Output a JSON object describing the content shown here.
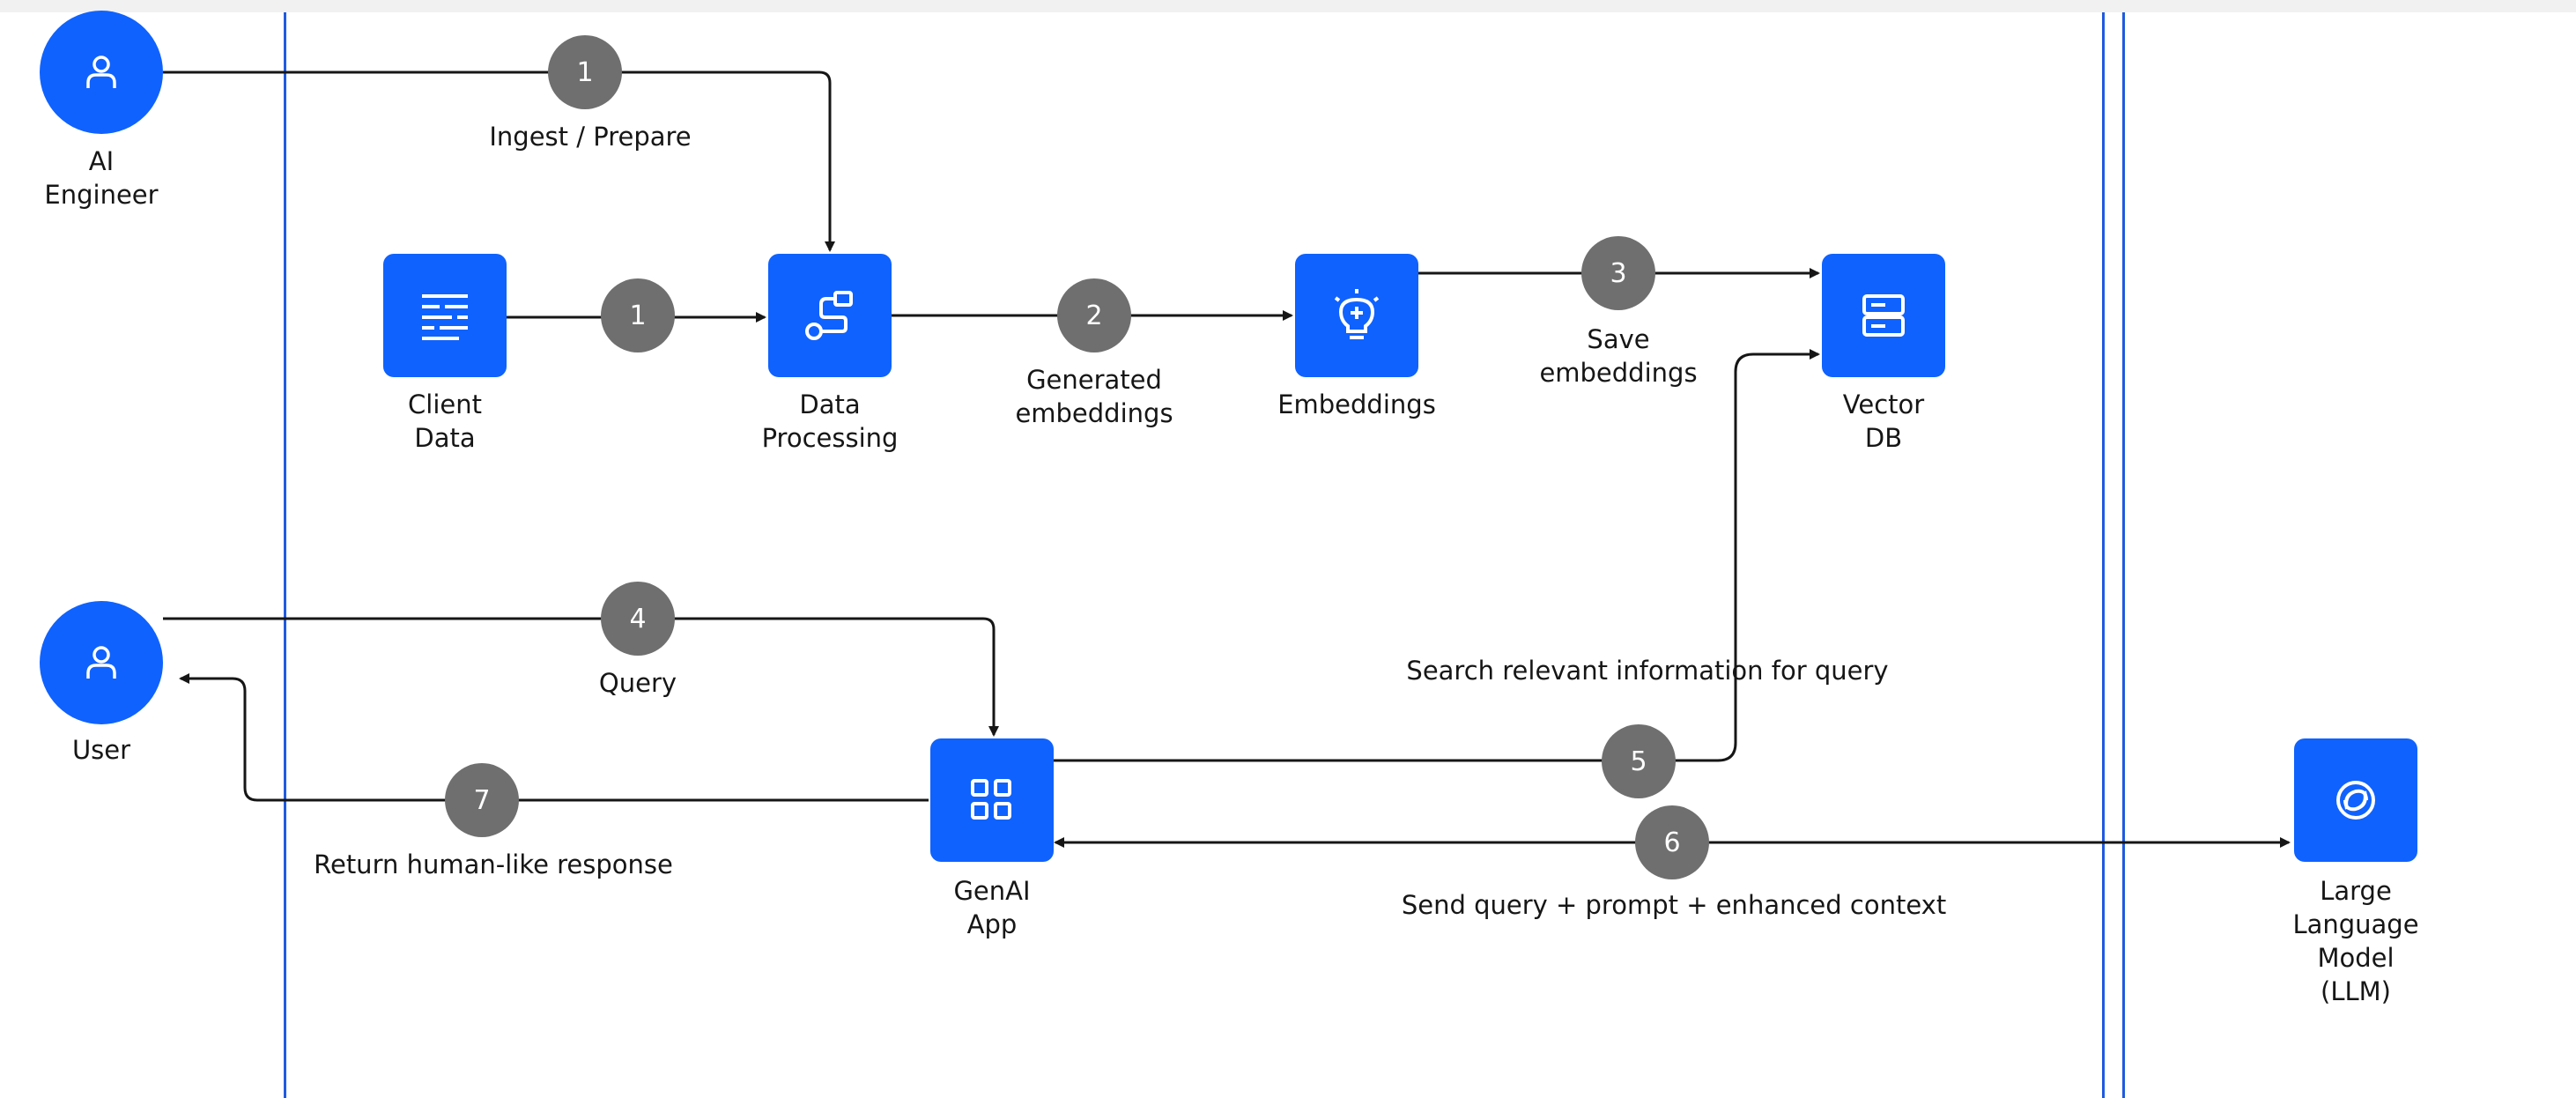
{
  "actors": {
    "ai_engineer": {
      "label": "AI\nEngineer"
    },
    "user": {
      "label": "User"
    }
  },
  "nodes": {
    "client_data": {
      "label": "Client\nData"
    },
    "data_processing": {
      "label": "Data\nProcessing"
    },
    "embeddings": {
      "label": "Embeddings"
    },
    "vector_db": {
      "label": "Vector\nDB"
    },
    "genai_app": {
      "label": "GenAI\nApp"
    },
    "llm": {
      "label": "Large\nLanguage\nModel\n(LLM)"
    }
  },
  "steps": {
    "ingest": {
      "num": "1",
      "label": "Ingest / Prepare"
    },
    "client_to_processing": {
      "num": "1"
    },
    "generated": {
      "num": "2",
      "label": "Generated\nembeddings"
    },
    "save": {
      "num": "3",
      "label": "Save\nembeddings"
    },
    "query": {
      "num": "4",
      "label": "Query"
    },
    "search": {
      "num": "5",
      "label": "Search relevant information for query"
    },
    "send": {
      "num": "6",
      "label": "Send query + prompt + enhanced context"
    },
    "return": {
      "num": "7",
      "label": "Return human-like response"
    }
  },
  "icons": {
    "person": "person-icon",
    "client_data": "document-lines-icon",
    "data_processing": "flow-icon",
    "embeddings": "lightbulb-icon",
    "vector_db": "database-icon",
    "genai_app": "app-grid-icon",
    "llm": "swirl-icon"
  },
  "colors": {
    "accent": "#0f62fe",
    "step": "#6f6f6f",
    "line": "#161616",
    "divider": "#1f5be0"
  }
}
